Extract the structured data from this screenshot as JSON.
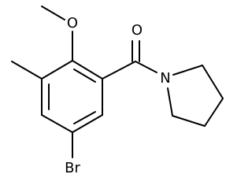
{
  "structure": {
    "atoms": {
      "oxygen_carbonyl": "O",
      "oxygen_methoxy": "O",
      "nitrogen": "N",
      "bromine": "Br"
    },
    "line_color": "#000000",
    "background": "#ffffff"
  }
}
